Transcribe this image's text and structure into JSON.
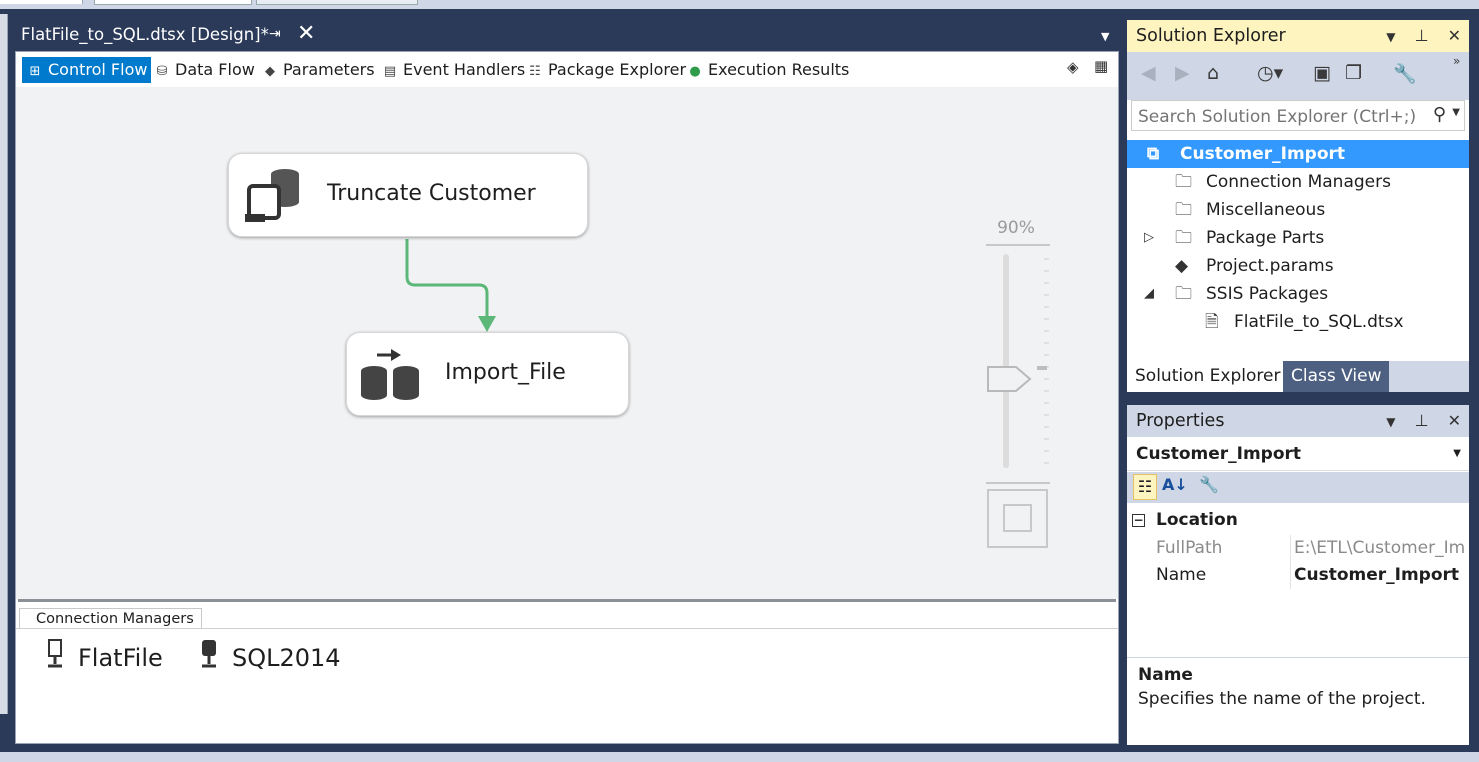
{
  "document_tab": {
    "title": "FlatFile_to_SQL.dtsx [Design]*",
    "pin": "⇥",
    "close": "✕"
  },
  "designer_tabs": [
    {
      "label": "Control Flow",
      "icon": "control-flow-icon"
    },
    {
      "label": "Data Flow",
      "icon": "data-flow-icon"
    },
    {
      "label": "Parameters",
      "icon": "parameters-icon"
    },
    {
      "label": "Event Handlers",
      "icon": "event-handlers-icon"
    },
    {
      "label": "Package Explorer",
      "icon": "package-explorer-icon"
    },
    {
      "label": "Execution Results",
      "icon": "execution-results-icon"
    }
  ],
  "active_tab": "Control Flow",
  "tasks": [
    {
      "name": "Truncate Customer",
      "icon": "execute-sql-task-icon"
    },
    {
      "name": "Import_File",
      "icon": "data-flow-task-icon"
    }
  ],
  "precedence_color": "#5cb878",
  "zoom": {
    "label": "90%",
    "value": 90
  },
  "connection_managers": {
    "tab_label": "Connection Managers",
    "items": [
      {
        "name": "FlatFile",
        "icon": "flat-file-connection-icon"
      },
      {
        "name": "SQL2014",
        "icon": "ole-db-connection-icon"
      }
    ]
  },
  "solution_explorer": {
    "title": "Solution Explorer",
    "search_placeholder": "Search Solution Explorer (Ctrl+;)",
    "tree": [
      {
        "label": "Customer_Import",
        "selected": true,
        "icon": "ssis-project-icon"
      },
      {
        "label": "Connection Managers",
        "icon": "folder-icon"
      },
      {
        "label": "Miscellaneous",
        "icon": "folder-icon"
      },
      {
        "label": "Package Parts",
        "icon": "folder-icon",
        "expander": "collapsed"
      },
      {
        "label": "Project.params",
        "icon": "params-icon"
      },
      {
        "label": "SSIS Packages",
        "icon": "folder-icon",
        "expander": "expanded"
      },
      {
        "label": "FlatFile_to_SQL.dtsx",
        "icon": "package-file-icon"
      }
    ],
    "tabs": [
      "Solution Explorer",
      "Class View"
    ]
  },
  "properties": {
    "title": "Properties",
    "object": "Customer_Import",
    "category": "Location",
    "rows": [
      {
        "key": "FullPath",
        "value": "E:\\ETL\\Customer_Impo"
      },
      {
        "key": "Name",
        "value": "Customer_Import"
      }
    ],
    "description_title": "Name",
    "description_text": "Specifies the name of the project."
  },
  "colors": {
    "accent": "#007acc",
    "selection": "#3399ff",
    "frame": "#2b3a59",
    "se_title_bg": "#fdf4bf"
  }
}
